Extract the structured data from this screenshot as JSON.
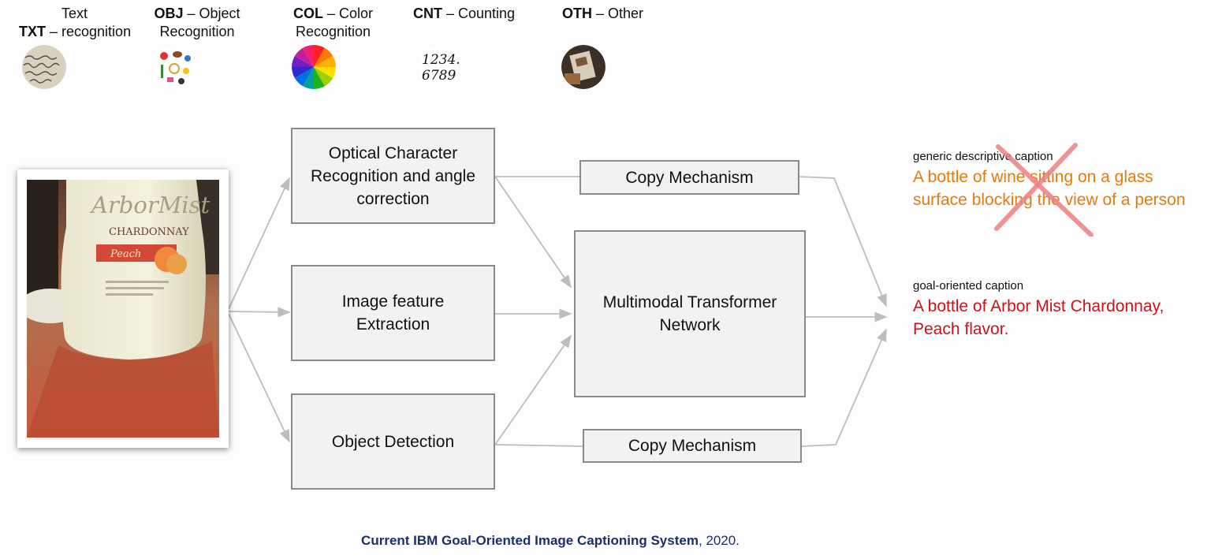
{
  "legend": [
    {
      "code": "TXT",
      "sep": " – ",
      "text": "Text recognition",
      "icon": "handwriting-icon"
    },
    {
      "code": "OBJ",
      "sep": " – ",
      "text": "Object Recognition",
      "icon": "objects-icon"
    },
    {
      "code": "COL",
      "sep": " – ",
      "text": "Color Recognition",
      "icon": "color-wheel-icon"
    },
    {
      "code": "CNT",
      "sep": " – ",
      "text": "Counting",
      "icon": "numbers-icon"
    },
    {
      "code": "OTH",
      "sep": " – ",
      "text": "Other",
      "icon": "photo-icon"
    }
  ],
  "counting_icon_text": {
    "line1": "1234.",
    "line2": "6789"
  },
  "photo": {
    "brand": "ArborMist",
    "variety": "CHARDONNAY",
    "flavor": "Peach"
  },
  "boxes": {
    "ocr": "Optical Character Recognition and angle correction",
    "feature": "Image feature Extraction",
    "object": "Object Detection",
    "copy_top": "Copy Mechanism",
    "copy_bottom": "Copy Mechanism",
    "transformer": "Multimodal Transformer Network"
  },
  "captions": {
    "generic_label": "generic descriptive caption",
    "generic_text": "A bottle of wine sitting on a glass surface blocking the view of a person",
    "goal_label": "goal-oriented caption",
    "goal_text": "A bottle of Arbor Mist Chardonnay, Peach flavor."
  },
  "footer": {
    "bold": "Current IBM Goal-Oriented Image Captioning System",
    "rest": ", 2020."
  },
  "colors": {
    "generic_caption": "#e07d10",
    "goal_caption": "#c8141b",
    "cross": "#f08080",
    "footer": "#1b2f6b",
    "arrow": "#bdbdbd"
  }
}
